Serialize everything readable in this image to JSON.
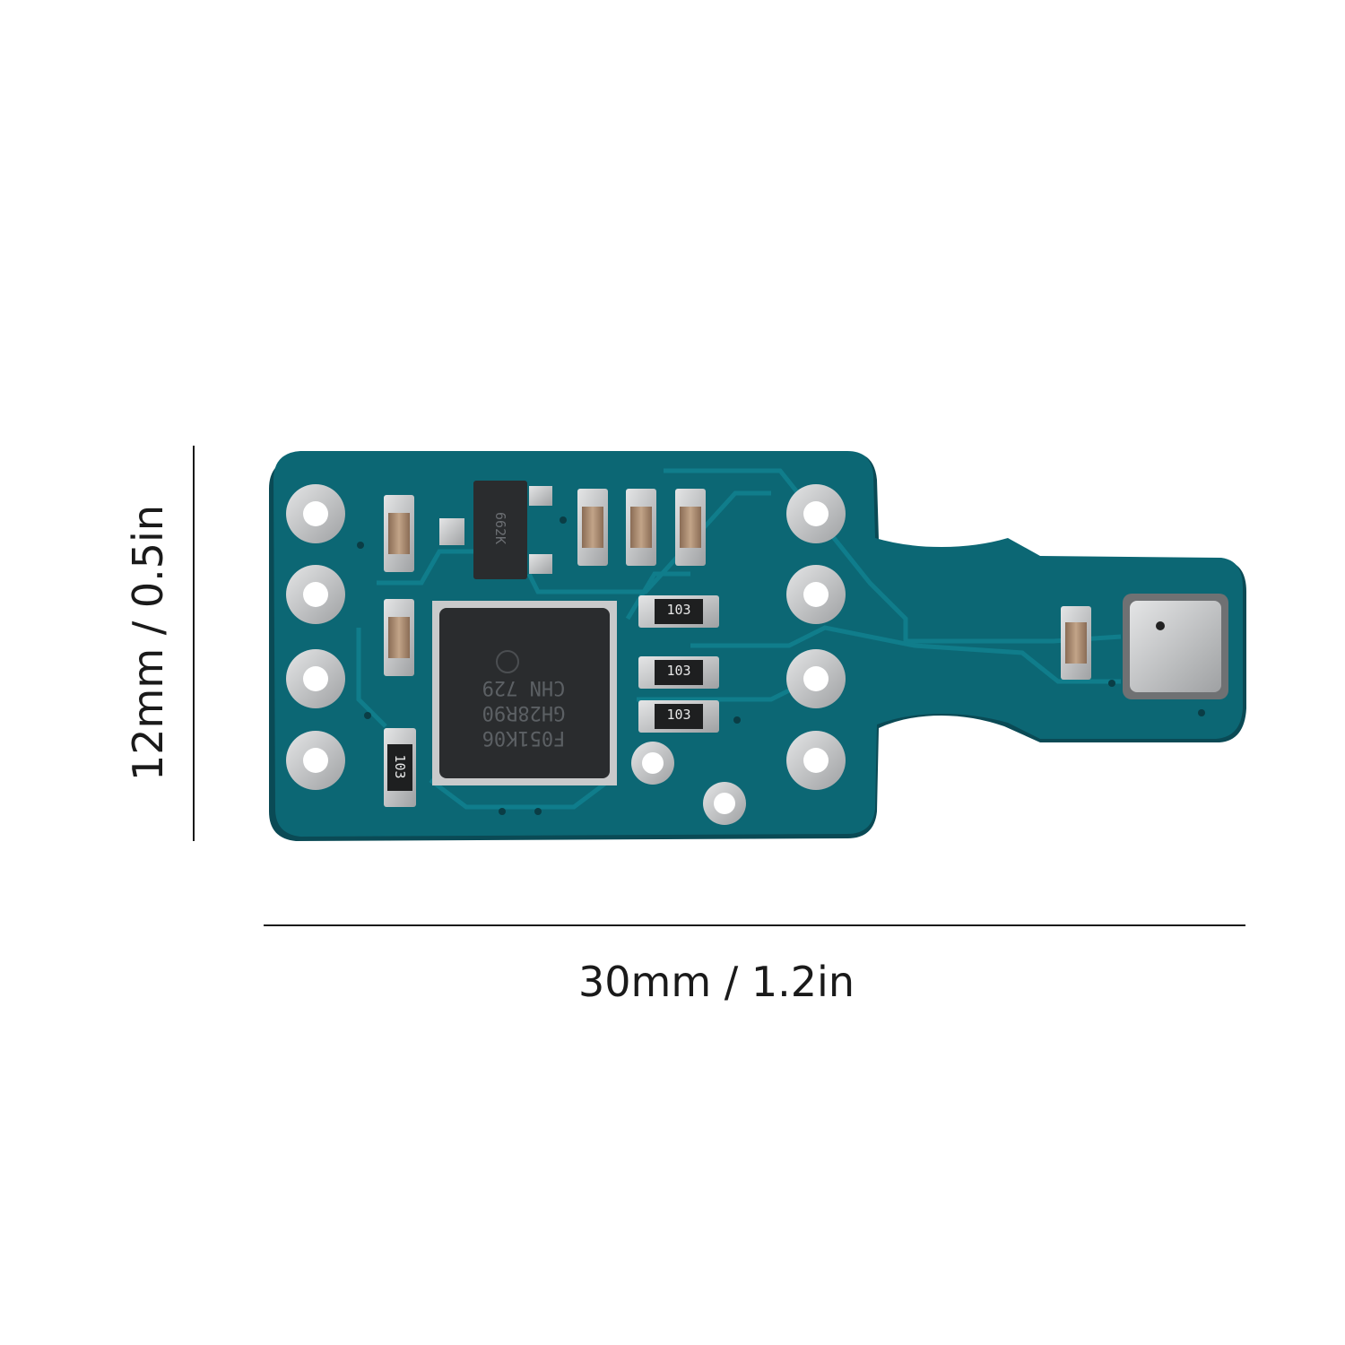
{
  "dimensions": {
    "height_label": "12mm / 0.5in",
    "width_label": "30mm / 1.2in"
  },
  "components": {
    "resistor_marking": "103",
    "mcu_lines": [
      "F051K06",
      "GH28R90",
      "CHN 729"
    ],
    "regulator_marking": "662K"
  },
  "colors": {
    "pcb": "#0c6774",
    "pcb_trace": "#0f7583",
    "chip": "#2a2c2e",
    "silver": "#c9cacb",
    "capacitor": "#a8876a",
    "dimension_line": "#1a1a1a"
  }
}
